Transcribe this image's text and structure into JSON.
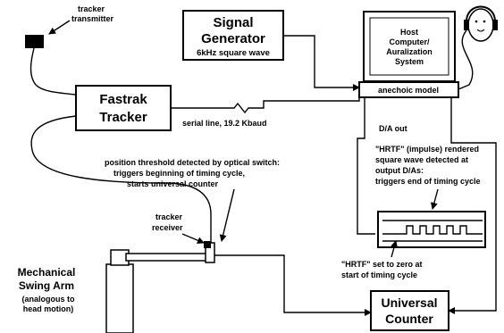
{
  "labels": {
    "tracker_transmitter_1": "tracker",
    "tracker_transmitter_2": "transmitter",
    "signal_gen_1": "Signal",
    "signal_gen_2": "Generator",
    "signal_gen_3": "6kHz square wave",
    "host_1": "Host",
    "host_2": "Computer/",
    "host_3": "Auralization",
    "host_4": "System",
    "anechoic": "anechoic model",
    "fastrak_1": "Fastrak",
    "fastrak_2": "Tracker",
    "serial_line": "serial line, 19.2 Kbaud",
    "da_out": "D/A out",
    "hrtf_rendered_1": "\"HRTF\" (impulse) rendered",
    "hrtf_rendered_2": "square wave detected at",
    "hrtf_rendered_3": "output D/As:",
    "hrtf_rendered_4": "triggers end of timing cycle",
    "position_1": "position threshold detected by optical switch:",
    "position_2": "triggers beginning of timing cycle,",
    "position_3": "starts universal counter",
    "tracker_receiver_1": "tracker",
    "tracker_receiver_2": "receiver",
    "hrtf_zero_1": "\"HRTF\" set to zero at",
    "hrtf_zero_2": "start  of timing cycle",
    "swing_arm_1": "Mechanical",
    "swing_arm_2": "Swing Arm",
    "swing_arm_3": "(analogous  to",
    "swing_arm_4": "head motion)",
    "counter_1": "Universal",
    "counter_2": "Counter"
  }
}
